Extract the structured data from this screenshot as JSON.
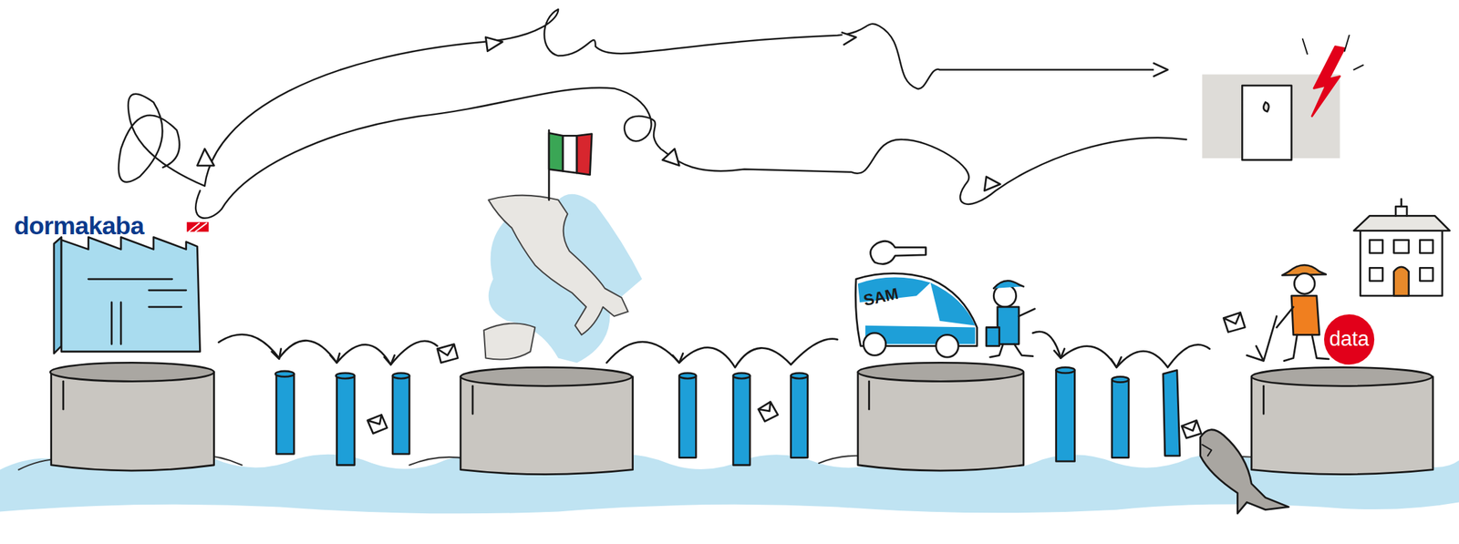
{
  "diagram": {
    "nodes": [
      {
        "text": [
          "dormakaba"
        ]
      },
      {
        "text": [
          "SAM"
        ]
      },
      {
        "text": [
          "data"
        ]
      }
    ]
  }
}
